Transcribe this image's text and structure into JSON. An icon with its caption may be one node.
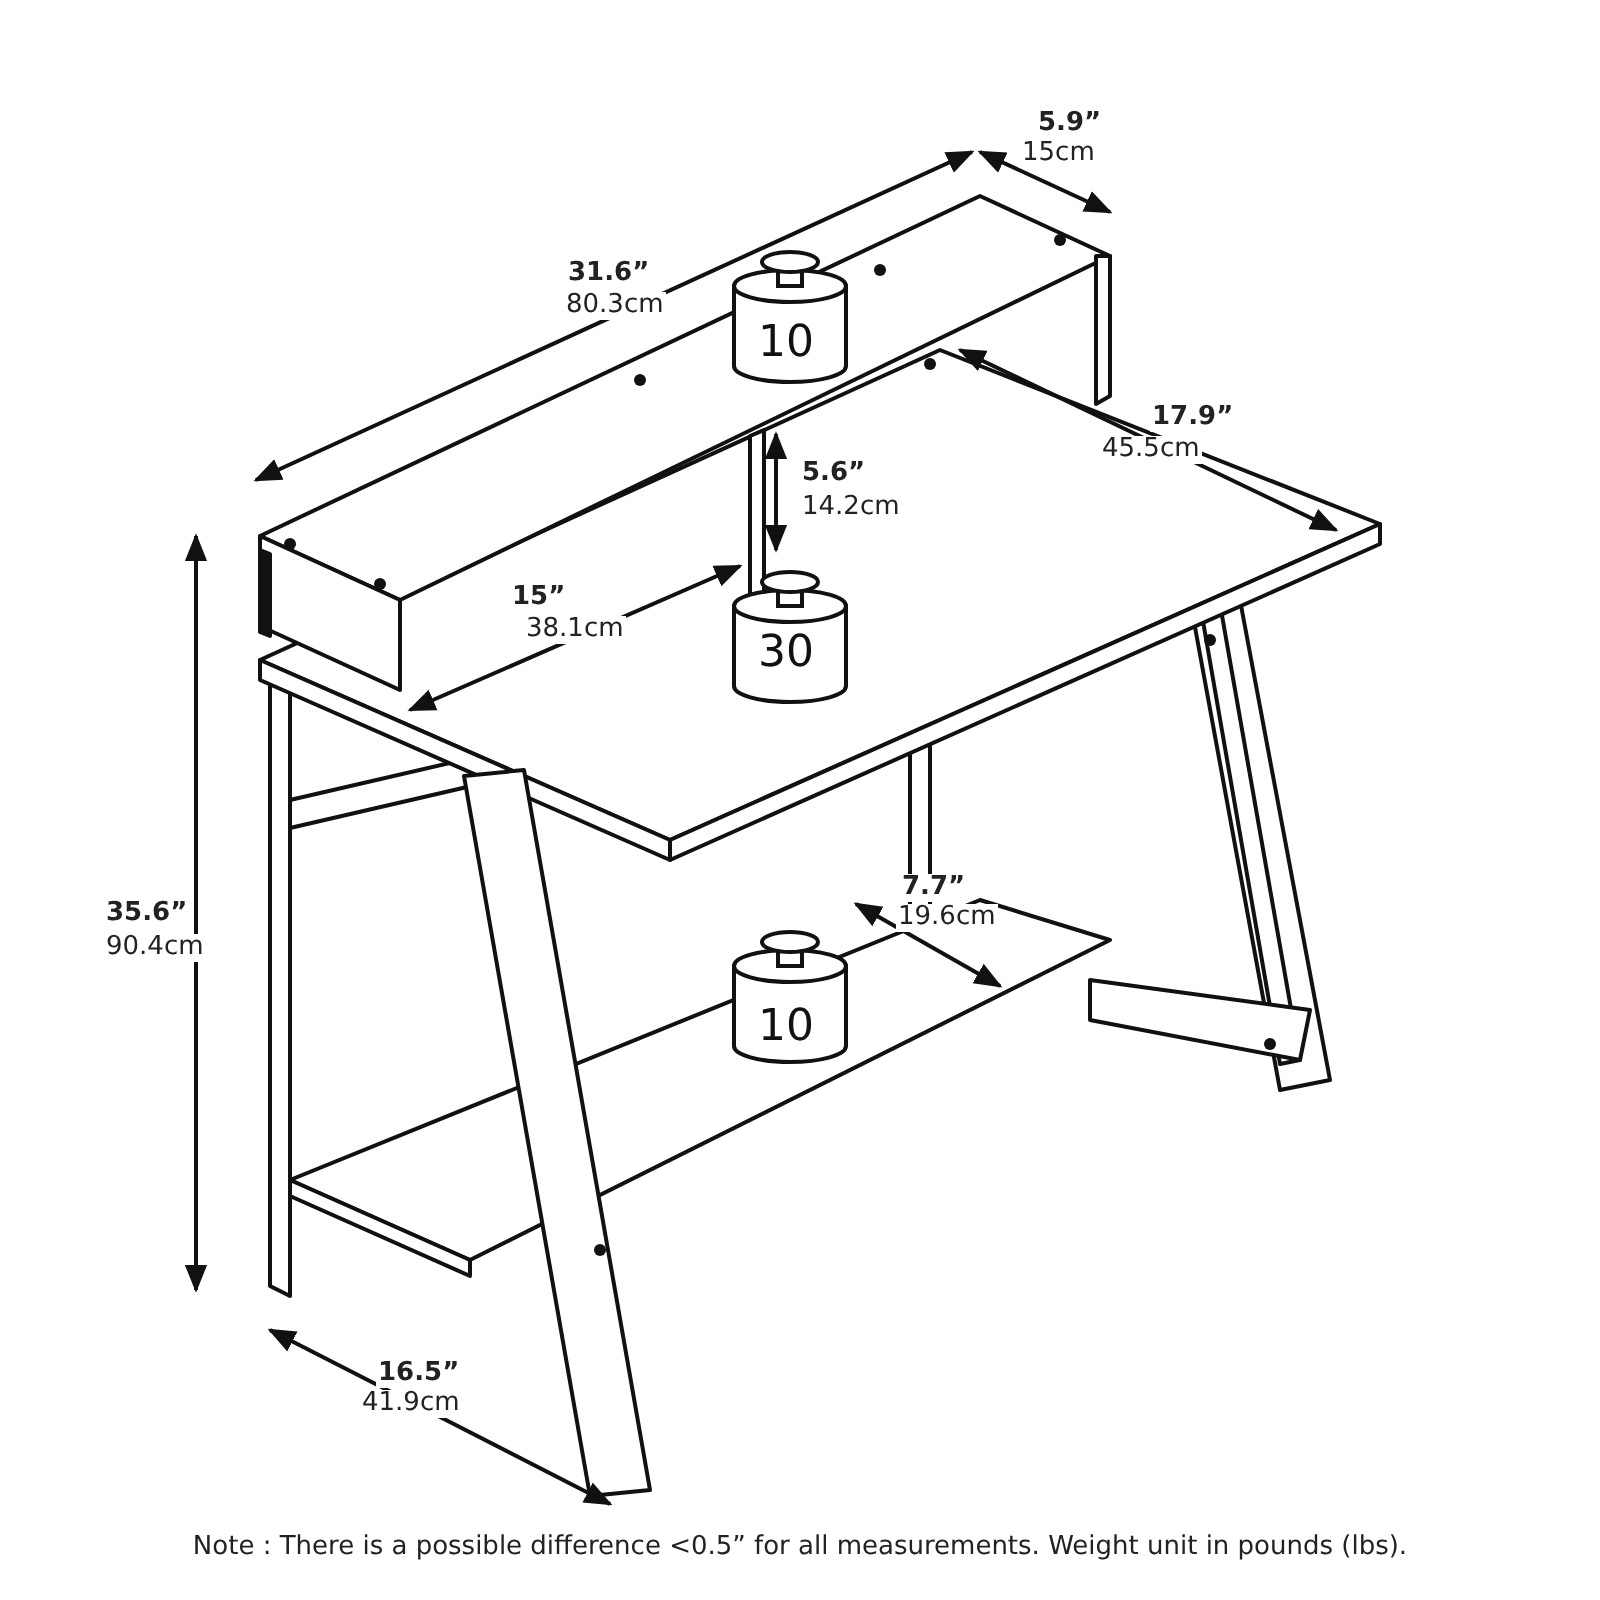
{
  "diagram": {
    "caption": "Note : There is a possible difference <0.5” for all measurements. Weight unit in pounds (lbs).",
    "labels": [
      "5.9”",
      "15cm",
      "31.6”",
      "80.3cm",
      "10",
      "17.9”",
      "45.5cm",
      "5.6”",
      "14.2cm",
      "35.6”",
      "90.4cm",
      "15”",
      "38.1cm",
      "30",
      "7.7”",
      "19.6cm",
      "10",
      "16.5”",
      "41.9cm"
    ]
  }
}
